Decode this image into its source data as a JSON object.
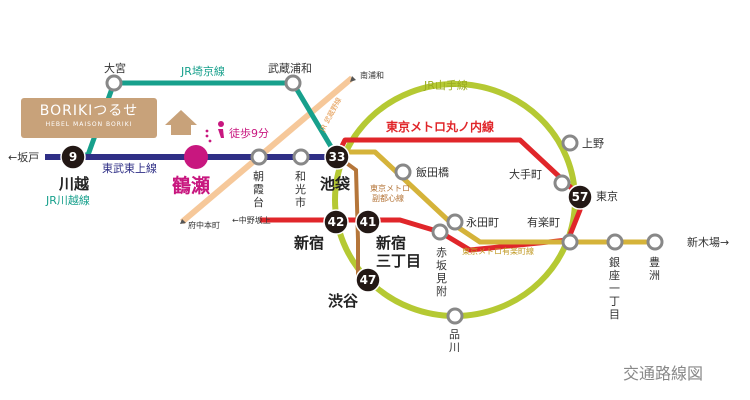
{
  "brand": {
    "name": "BORIKIつるせ",
    "subtitle": "HEBEL MAISON BORIKI"
  },
  "walk": "徒歩9分",
  "caption": "交通路線図",
  "lines": {
    "saikyo": "JR埼京線",
    "yamanote": "JR山手線",
    "marunouchi": "東京メトロ丸ノ内線",
    "tobu_tojo": "東武東上線",
    "musashino": "JR 武蔵野線",
    "kawagoe": "JR川越線",
    "fukutoshin": [
      "東京メトロ",
      "副都心線"
    ],
    "yurakucho": "東京メトロ有楽町線"
  },
  "stations": {
    "omiya": "大宮",
    "musashi_urawa": "武蔵浦和",
    "tsuruse": "鶴瀬",
    "kawagoe": "川越",
    "ikebukuro": "池袋",
    "shinjuku": "新宿",
    "shinjuku_3": [
      "新宿",
      "三丁目"
    ],
    "shibuya": "渋谷",
    "iidabashi": "飯田橋",
    "nagatacho": "永田町",
    "ueno": "上野",
    "otemachi": "大手町",
    "tokyo": "東京",
    "yurakucho": "有楽町",
    "shinagawa": [
      "品",
      "川"
    ],
    "akasaka_mitsuke": [
      "赤",
      "坂",
      "見",
      "附"
    ],
    "asakadai": [
      "朝",
      "霞",
      "台"
    ],
    "wakoshi": [
      "和",
      "光",
      "市"
    ],
    "ginza_itchome": [
      "銀",
      "座",
      "一",
      "丁",
      "目"
    ],
    "toyosu": [
      "豊",
      "洲"
    ]
  },
  "directions": {
    "sakado": "←坂戸",
    "minami_urawa": "南浦和",
    "fuchu_hommachi": "府中本町",
    "nakano_sakaue": "←中野坂上",
    "shin_kiba": "新木場→"
  },
  "minutes": {
    "kawagoe": "9",
    "ikebukuro": "33",
    "shinjuku": "42",
    "shinjuku_3": "41",
    "shibuya": "47",
    "tokyo": "57"
  },
  "colors": {
    "yamanote": "#b5c933",
    "marunouchi": "#e0262a",
    "tobu_tojo": "#2f2f86",
    "saikyo": "#17a08c",
    "musashino": "#f6c89a",
    "fukutoshin": "#b5763a",
    "yurakucho": "#d5b33a",
    "tsuruse": "#c8177f",
    "brand": "#c8a27a",
    "station": "#888888",
    "badge": "#231815",
    "caption": "#888888"
  }
}
